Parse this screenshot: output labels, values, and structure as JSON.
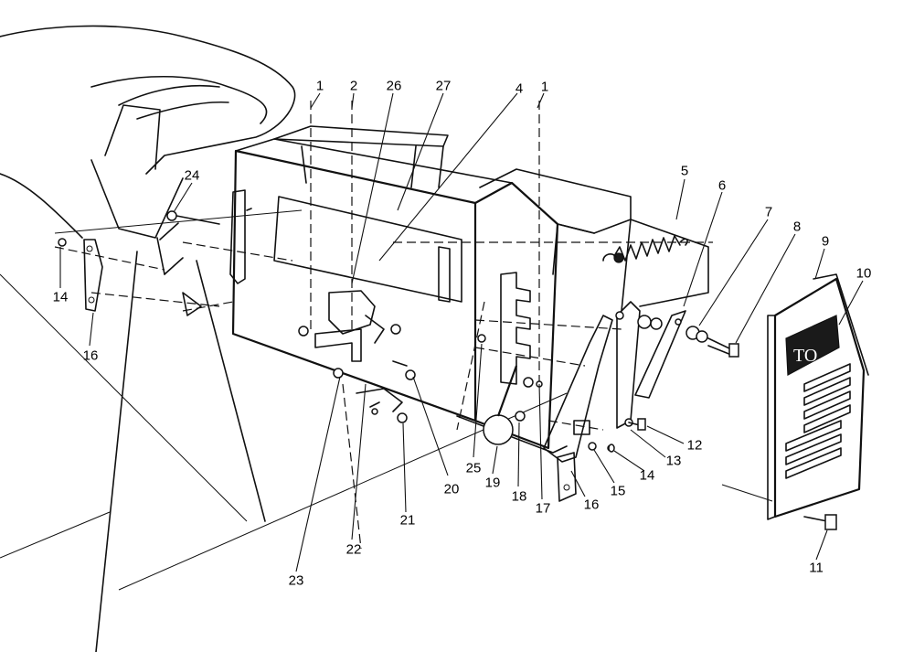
{
  "diagram": {
    "callouts": [
      {
        "label": "1"
      },
      {
        "label": "2"
      },
      {
        "label": "26"
      },
      {
        "label": "27"
      },
      {
        "label": "4"
      },
      {
        "label": "1"
      },
      {
        "label": "5"
      },
      {
        "label": "6"
      },
      {
        "label": "7"
      },
      {
        "label": "8"
      },
      {
        "label": "9"
      },
      {
        "label": "10"
      },
      {
        "label": "24"
      },
      {
        "label": "14"
      },
      {
        "label": "16"
      },
      {
        "label": "12"
      },
      {
        "label": "13"
      },
      {
        "label": "14"
      },
      {
        "label": "15"
      },
      {
        "label": "16"
      },
      {
        "label": "17"
      },
      {
        "label": "18"
      },
      {
        "label": "19"
      },
      {
        "label": "25"
      },
      {
        "label": "20"
      },
      {
        "label": "21"
      },
      {
        "label": "22"
      },
      {
        "label": "23"
      },
      {
        "label": "11"
      }
    ],
    "logo_lettering": "TO"
  }
}
